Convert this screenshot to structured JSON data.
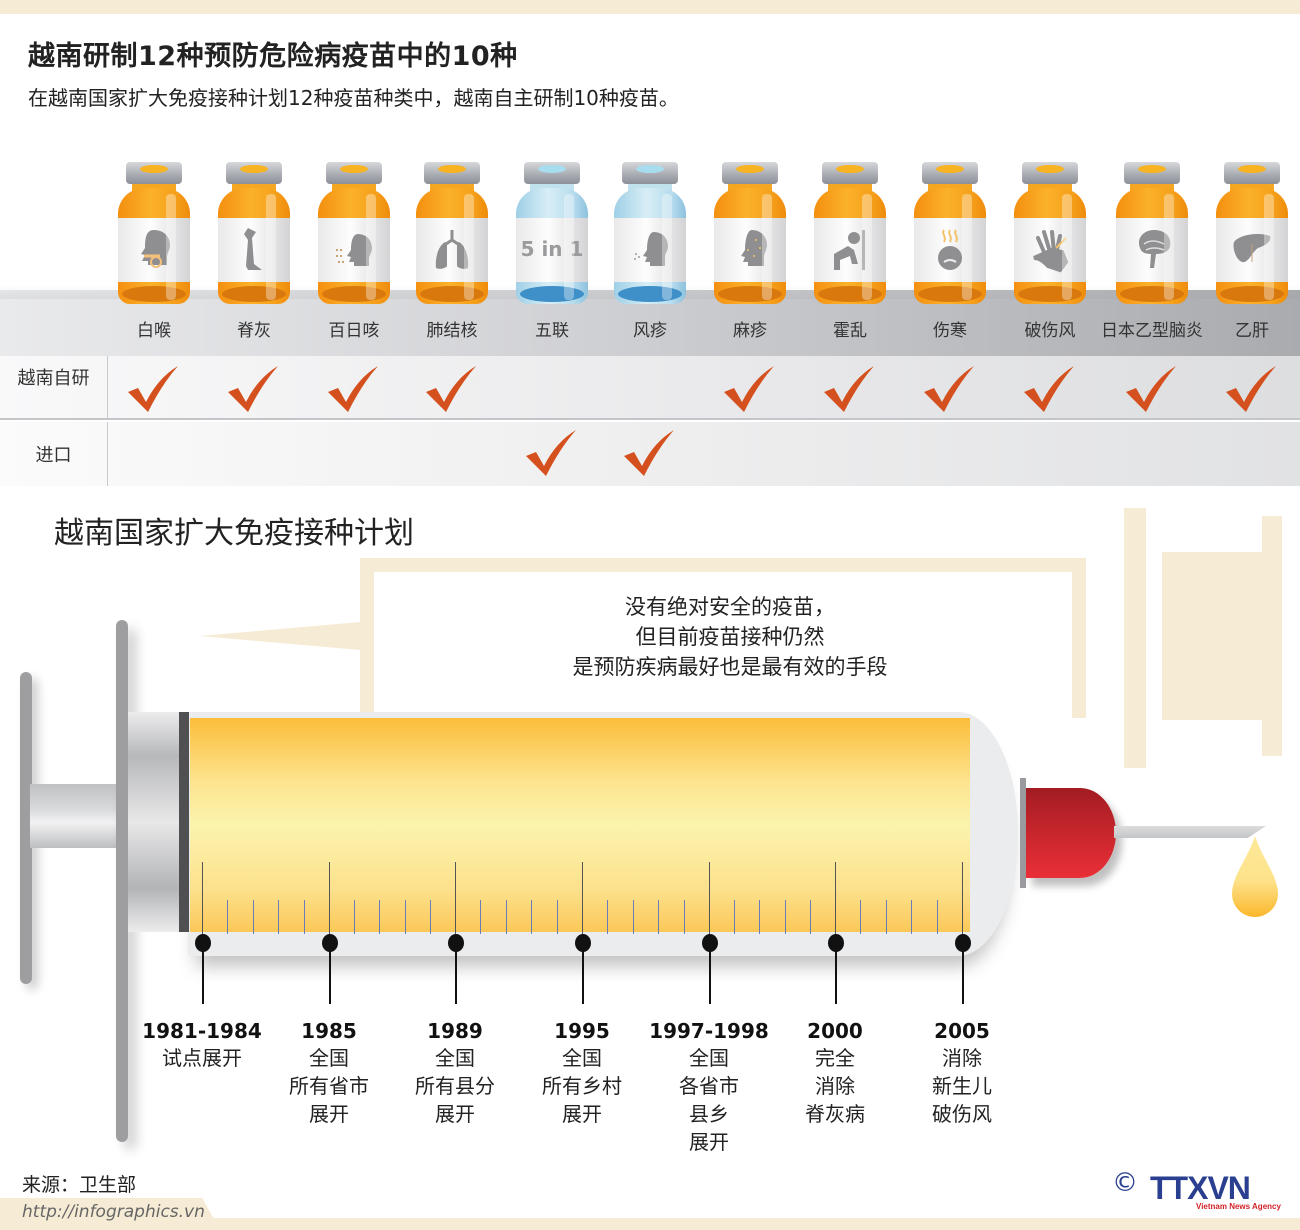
{
  "header": {
    "title_parts": [
      "越南研制",
      "12",
      "种预防危险病疫苗中的",
      "10",
      "种"
    ],
    "subtitle": "在越南国家扩大免疫接种计划12种疫苗种类中，越南自主研制10种疫苗。"
  },
  "vaccines": [
    {
      "name": "白喉",
      "color": "orange",
      "icon": "throat-icon",
      "domestic": true,
      "imported": false
    },
    {
      "name": "脊灰",
      "color": "orange",
      "icon": "leg-icon",
      "domestic": true,
      "imported": false
    },
    {
      "name": "百日咳",
      "color": "orange",
      "icon": "cough-icon",
      "domestic": true,
      "imported": false
    },
    {
      "name": "肺结核",
      "color": "orange",
      "icon": "lungs-icon",
      "domestic": true,
      "imported": false
    },
    {
      "name": "五联",
      "color": "blue",
      "icon": "five-in-one-label",
      "label_text": "5 in 1",
      "domestic": false,
      "imported": true
    },
    {
      "name": "风疹",
      "color": "blue",
      "icon": "sneeze-icon",
      "domestic": false,
      "imported": true
    },
    {
      "name": "麻疹",
      "color": "orange",
      "icon": "measles-face-icon",
      "domestic": true,
      "imported": false
    },
    {
      "name": "霍乱",
      "color": "orange",
      "icon": "vomiting-icon",
      "domestic": true,
      "imported": false
    },
    {
      "name": "伤寒",
      "color": "orange",
      "icon": "fever-face-icon",
      "domestic": true,
      "imported": false
    },
    {
      "name": "破伤风",
      "color": "orange",
      "icon": "injured-hand-icon",
      "domestic": true,
      "imported": false
    },
    {
      "name": "日本乙型脑炎",
      "color": "orange",
      "icon": "brain-icon",
      "domestic": true,
      "imported": false
    },
    {
      "name": "乙肝",
      "color": "orange",
      "icon": "liver-icon",
      "domestic": true,
      "imported": false
    }
  ],
  "table": {
    "row_domestic_label": "越南自研",
    "row_imported_label": "进口",
    "check_color": "#d4501e"
  },
  "plan": {
    "title": "越南国家扩大免疫接种计划",
    "quote_lines": [
      "没有绝对安全的疫苗，",
      "但目前疫苗接种仍然",
      "是预防疾病最好也是最有效的手段"
    ]
  },
  "timeline": [
    {
      "year": "1981-1984",
      "desc": "试点展开"
    },
    {
      "year": "1985",
      "desc": "全国\n所有省市\n展开"
    },
    {
      "year": "1989",
      "desc": "全国\n所有县分\n展开"
    },
    {
      "year": "1995",
      "desc": "全国\n所有乡村\n展开"
    },
    {
      "year": "1997-1998",
      "desc": "全国\n各省市\n县乡\n展开"
    },
    {
      "year": "2000",
      "desc": "完全\n消除\n脊灰病"
    },
    {
      "year": "2005",
      "desc": "消除\n新生儿\n破伤风"
    }
  ],
  "footer": {
    "source": "来源：卫生部",
    "url": "http://infographics.vn",
    "copyright": "©",
    "logo": "TTXVN",
    "logo_sub": "Vietnam News Agency"
  },
  "colors": {
    "beige": "#f6ecd6",
    "orange_vial": "#f5a01a",
    "blue_vial": "#9fcfe6",
    "check": "#d4501e",
    "hub_red": "#c8262d",
    "logo_blue": "#2a3f8f"
  }
}
